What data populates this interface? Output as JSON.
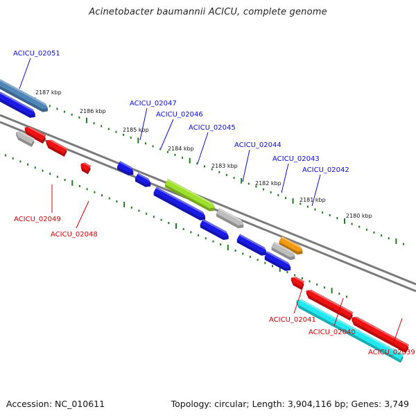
{
  "title": "Acinetobacter baumannii ACICU, complete genome",
  "footer": {
    "accession": "Accession: NC_010611",
    "topology": "Topology: circular; Length: 3,904,116 bp; Genes: 3,749"
  },
  "colors": {
    "strand_plus_label": "#0a0ad0",
    "strand_minus_label": "#d00000",
    "backbone": "#7a7a7a",
    "tick": "#1f7a1f",
    "blue_gene": "#1a1ae6",
    "red_gene": "#ee1111",
    "grey_gene": "#bdbdbd",
    "green_gene": "#9ee02c",
    "orange_gene": "#f39a12",
    "cyan_gene": "#22e8f0",
    "steel_gene": "#4f86b8"
  },
  "kbp_labels": [
    "2187 kbp",
    "2186 kbp",
    "2185 kbp",
    "2184 kbp",
    "2183 kbp",
    "2182 kbp",
    "2181 kbp",
    "2180 kbp"
  ],
  "gene_labels": [
    {
      "text": "ACICU_02051",
      "strand": "plus"
    },
    {
      "text": "ACICU_02047",
      "strand": "plus"
    },
    {
      "text": "ACICU_02046",
      "strand": "plus"
    },
    {
      "text": "ACICU_02045",
      "strand": "plus"
    },
    {
      "text": "ACICU_02044",
      "strand": "plus"
    },
    {
      "text": "ACICU_02043",
      "strand": "plus"
    },
    {
      "text": "ACICU_02042",
      "strand": "plus"
    },
    {
      "text": "ACICU_02049",
      "strand": "minus"
    },
    {
      "text": "ACICU_02048",
      "strand": "minus"
    },
    {
      "text": "ACICU_02041",
      "strand": "minus"
    },
    {
      "text": "ACICU_02040",
      "strand": "minus"
    },
    {
      "text": "ACICU_02039",
      "strand": "minus"
    }
  ]
}
